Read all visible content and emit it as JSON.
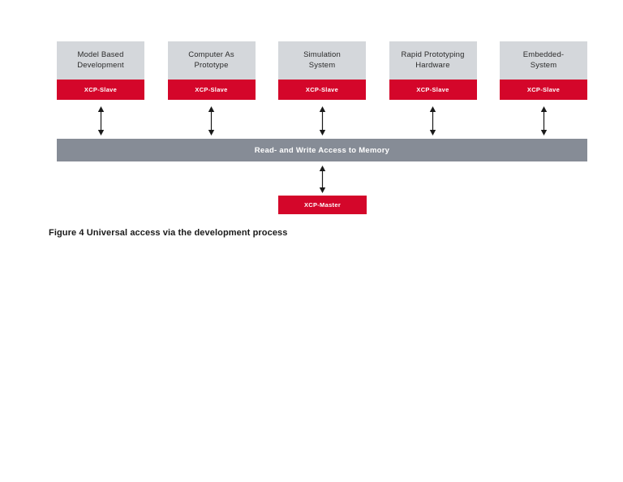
{
  "figure": {
    "caption": "Figure 4 Universal access via the development process",
    "memory_bar_label": "Read- and Write Access to Memory",
    "master_label": "XCP-Master",
    "colors": {
      "red": "#d4062a",
      "node_gray": "#d4d7db",
      "bar_gray": "#868c96",
      "text_dark": "#2b2b2b",
      "white": "#ffffff",
      "background": "#ffffff"
    },
    "nodes": [
      {
        "title_line1": "Model Based",
        "title_line2": "Development",
        "badge": "XCP-Slave"
      },
      {
        "title_line1": "Computer As",
        "title_line2": "Prototype",
        "badge": "XCP-Slave"
      },
      {
        "title_line1": "Simulation",
        "title_line2": "System",
        "badge": "XCP-Slave"
      },
      {
        "title_line1": "Rapid Prototyping",
        "title_line2": "Hardware",
        "badge": "XCP-Slave"
      },
      {
        "title_line1": "Embedded-",
        "title_line2": "System",
        "badge": "XCP-Slave"
      }
    ],
    "arrows": {
      "type": "double-headed-vertical",
      "count_top": 5,
      "count_bottom": 1
    }
  }
}
